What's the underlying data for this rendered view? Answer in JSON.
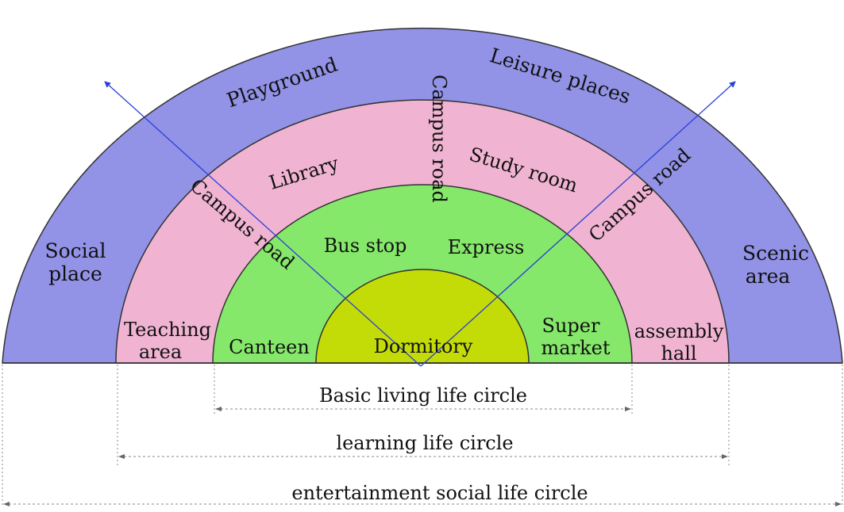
{
  "colors": {
    "outer_ring": "#9292e6",
    "middle_ring": "#f0b4d2",
    "inner_ring": "#86e86a",
    "core": "#c3dc08",
    "axis_line": "#2a3fd8",
    "dim_line": "#888888",
    "outline": "#333333"
  },
  "outer_ring": {
    "social_place": [
      "Social",
      "place"
    ],
    "scenic_area": [
      "Scenic",
      "area"
    ],
    "playground": "Playground",
    "leisure_places": "Leisure places"
  },
  "middle_ring": {
    "teaching_area": [
      "Teaching",
      "area"
    ],
    "assembly_hall": [
      "assembly",
      "hall"
    ],
    "library": "Library",
    "study_room": "Study room",
    "campus_road_left": "Campus road",
    "campus_road_center": "Campus road",
    "campus_road_right": "Campus road"
  },
  "inner_ring": {
    "canteen": "Canteen",
    "bus_stop": "Bus stop",
    "express": "Express",
    "supermarket": [
      "Super",
      "market"
    ]
  },
  "core": {
    "dormitory": "Dormitory"
  },
  "dimensions": {
    "basic": "Basic living life circle",
    "learning": "learning life circle",
    "entertainment": "entertainment social life circle"
  }
}
